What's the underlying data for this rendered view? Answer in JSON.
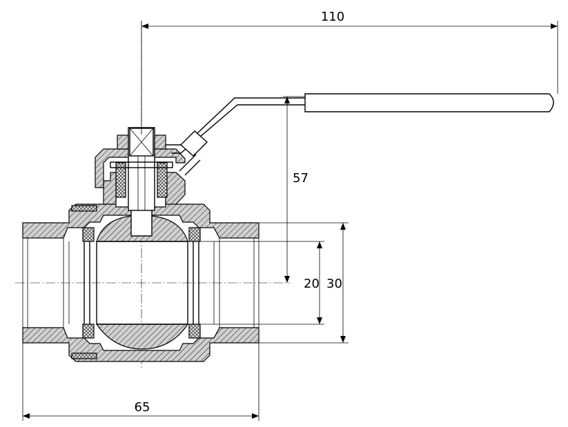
{
  "dimensions": {
    "handle_length": "110",
    "stem_height": "57",
    "bore": "20",
    "port": "30",
    "body_length": "65"
  }
}
